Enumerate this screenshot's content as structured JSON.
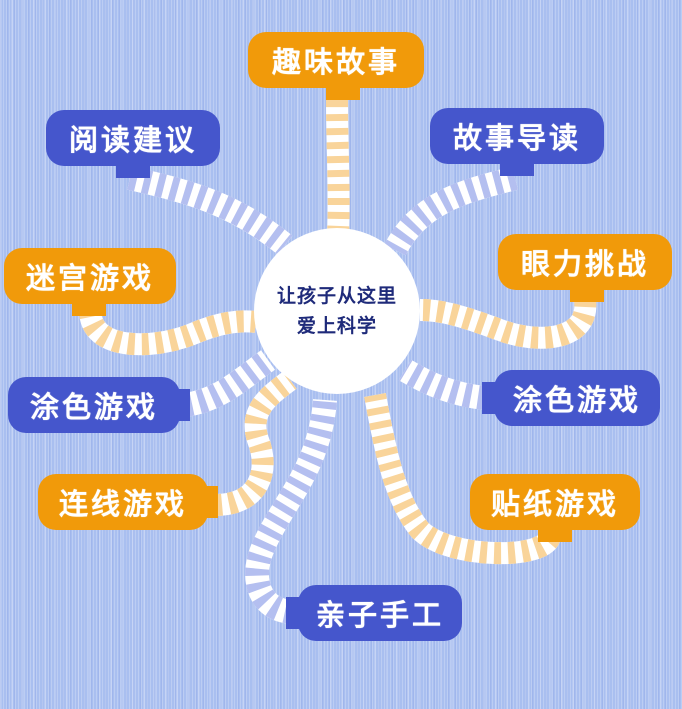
{
  "diagram": {
    "type": "mind-map",
    "center": {
      "line1": "让孩子从这里",
      "line2": "爱上科学"
    },
    "nodes": [
      {
        "id": "fun-stories",
        "label": "趣味故事",
        "color": "orange"
      },
      {
        "id": "reading-advice",
        "label": "阅读建议",
        "color": "blue"
      },
      {
        "id": "story-guide",
        "label": "故事导读",
        "color": "blue"
      },
      {
        "id": "eyesight-challenge",
        "label": "眼力挑战",
        "color": "orange"
      },
      {
        "id": "maze-game",
        "label": "迷宫游戏",
        "color": "orange"
      },
      {
        "id": "coloring-game-left",
        "label": "涂色游戏",
        "color": "blue"
      },
      {
        "id": "coloring-game-right",
        "label": "涂色游戏",
        "color": "blue"
      },
      {
        "id": "connect-dots-game",
        "label": "连线游戏",
        "color": "orange"
      },
      {
        "id": "sticker-game",
        "label": "贴纸游戏",
        "color": "orange"
      },
      {
        "id": "parent-child-craft",
        "label": "亲子手工",
        "color": "blue"
      }
    ]
  },
  "colors": {
    "background": "#a9bff0",
    "orange": "#f19a0a",
    "blue": "#4556cc",
    "center_text": "#1e2a7a",
    "orange_stripe": "#f9d49a",
    "blue_stripe": "#b4bff0"
  }
}
